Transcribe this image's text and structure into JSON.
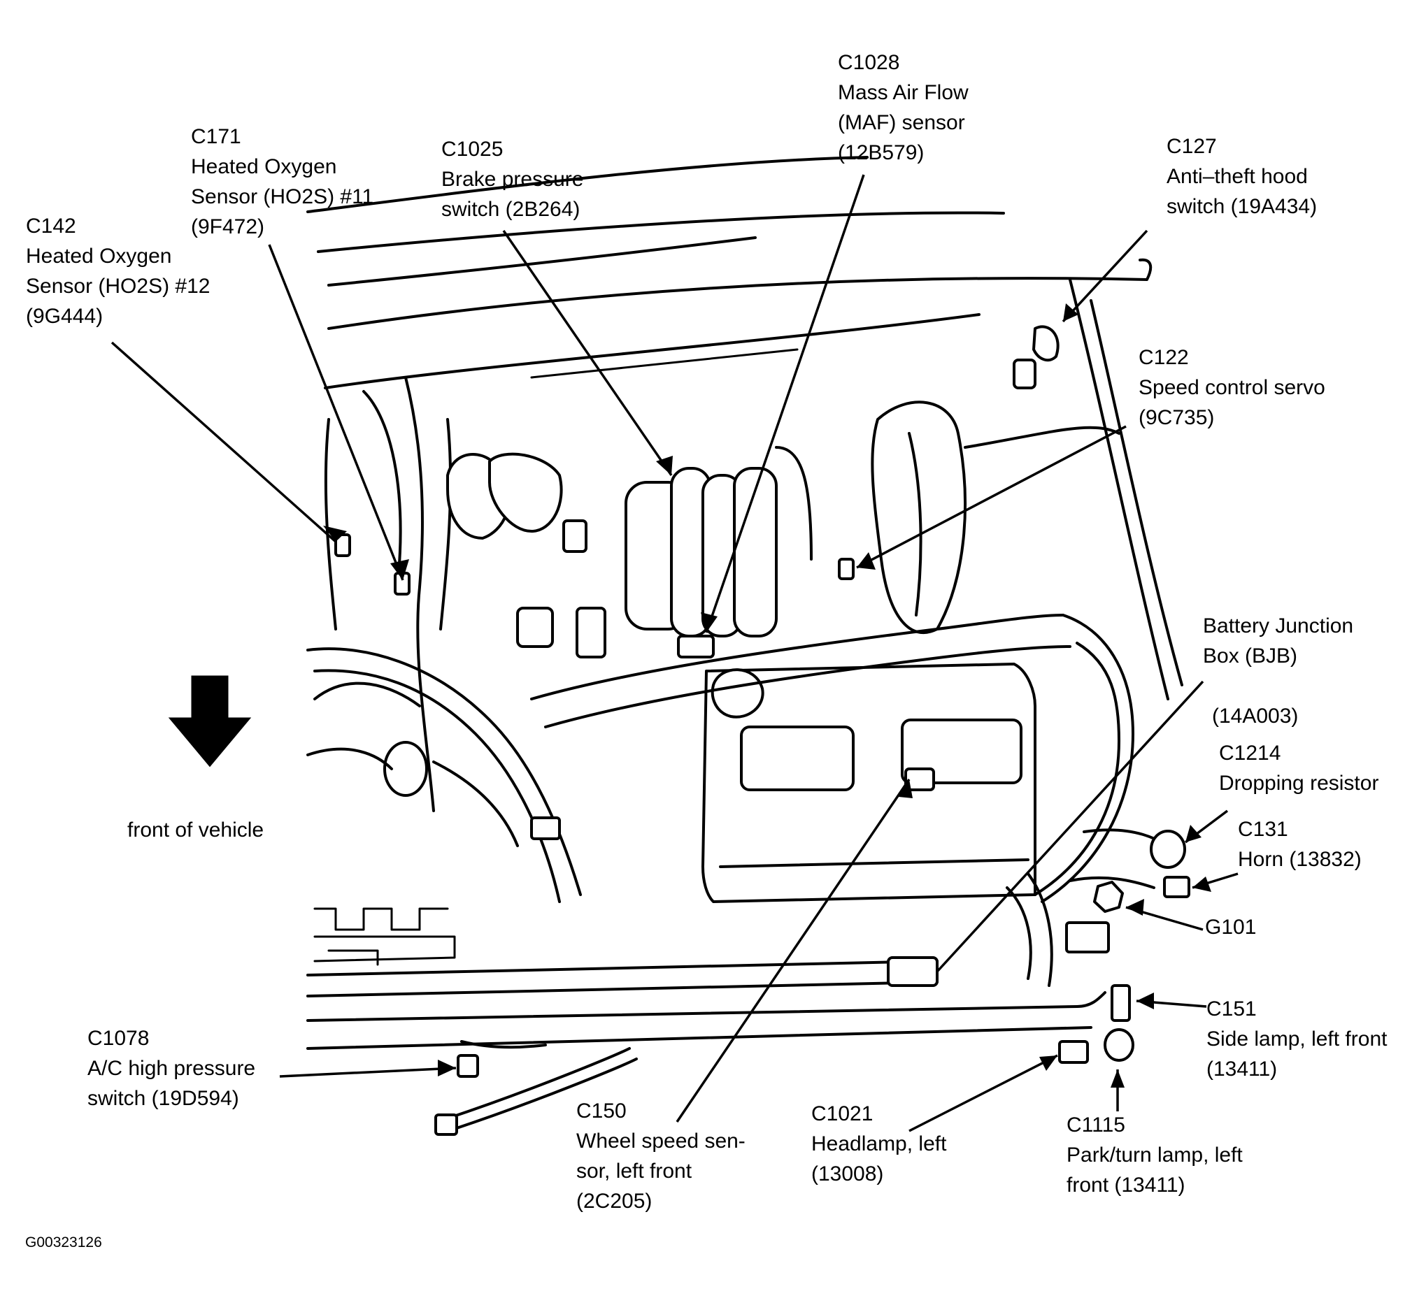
{
  "diagram_id": "G00323126",
  "front_label": "front of vehicle",
  "callouts": {
    "c142": {
      "code": "C142",
      "desc1": "Heated Oxygen",
      "desc2": "Sensor (HO2S) #12",
      "part": "(9G444)"
    },
    "c171": {
      "code": "C171",
      "desc1": "Heated Oxygen",
      "desc2": "Sensor (HO2S) #11",
      "part": "(9F472)"
    },
    "c1025": {
      "code": "C1025",
      "desc1": "Brake pressure",
      "desc2": "switch (2B264)"
    },
    "c1028": {
      "code": "C1028",
      "desc1": "Mass Air Flow",
      "desc2": "(MAF) sensor",
      "part": "(12B579)"
    },
    "c127": {
      "code": "C127",
      "desc1": "Anti–theft hood",
      "desc2": "switch (19A434)"
    },
    "c122": {
      "code": "C122",
      "desc1": "Speed control servo",
      "part": "(9C735)"
    },
    "bjb": {
      "desc1": "Battery Junction",
      "desc2": "Box (BJB)",
      "part": "(14A003)"
    },
    "c1214": {
      "code": "C1214",
      "desc1": "Dropping resistor"
    },
    "c131": {
      "code": "C131",
      "desc1": "Horn (13832)"
    },
    "g101": {
      "code": "G101"
    },
    "c151": {
      "code": "C151",
      "desc1": "Side lamp, left front",
      "part": "(13411)"
    },
    "c1115": {
      "code": "C1115",
      "desc1": "Park/turn lamp, left",
      "desc2": "front (13411)"
    },
    "c1021": {
      "code": "C1021",
      "desc1": "Headlamp, left",
      "part": "(13008)"
    },
    "c150": {
      "code": "C150",
      "desc1": "Wheel speed sen-",
      "desc2": "sor, left front",
      "part": "(2C205)"
    },
    "c1078": {
      "code": "C1078",
      "desc1": "A/C high pressure",
      "desc2": "switch (19D594)"
    }
  }
}
